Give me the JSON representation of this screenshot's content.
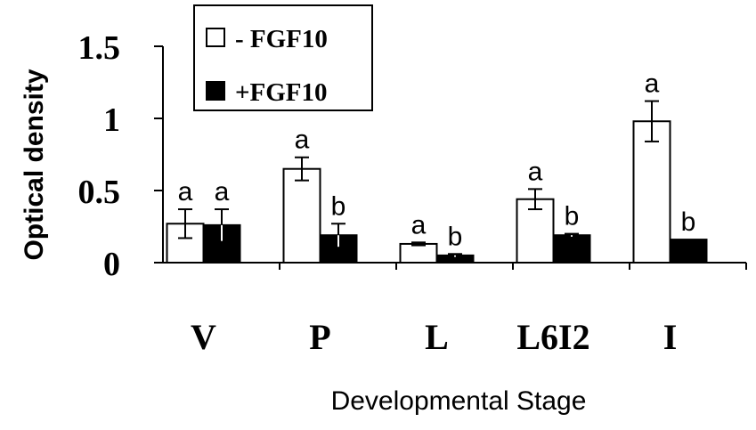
{
  "chart_data": {
    "type": "bar",
    "xlabel": "Developmental Stage",
    "ylabel": "Optical density",
    "ylim": [
      0,
      1.5
    ],
    "yticks": [
      {
        "value": 0,
        "label": "0"
      },
      {
        "value": 0.5,
        "label": "0.5"
      },
      {
        "value": 1,
        "label": "1"
      },
      {
        "value": 1.5,
        "label": "1.5"
      }
    ],
    "categories": [
      "V",
      "P",
      "L",
      "L6I2",
      "I"
    ],
    "series": [
      {
        "name": "- FGF10",
        "fill": "#ffffff",
        "stroke": "#000000",
        "values": [
          0.27,
          0.65,
          0.13,
          0.44,
          0.98
        ],
        "errors": [
          0.1,
          0.08,
          0.01,
          0.07,
          0.14
        ],
        "letters": [
          "a",
          "a",
          "a",
          "a",
          "a"
        ]
      },
      {
        "name": "+FGF10",
        "fill": "#000000",
        "stroke": "#000000",
        "values": [
          0.26,
          0.19,
          0.05,
          0.19,
          0.16
        ],
        "errors": [
          0.11,
          0.08,
          0.01,
          0.01,
          0.0
        ],
        "letters": [
          "a",
          "b",
          "b",
          "b",
          "b"
        ]
      }
    ],
    "legend_position": "top-left"
  }
}
